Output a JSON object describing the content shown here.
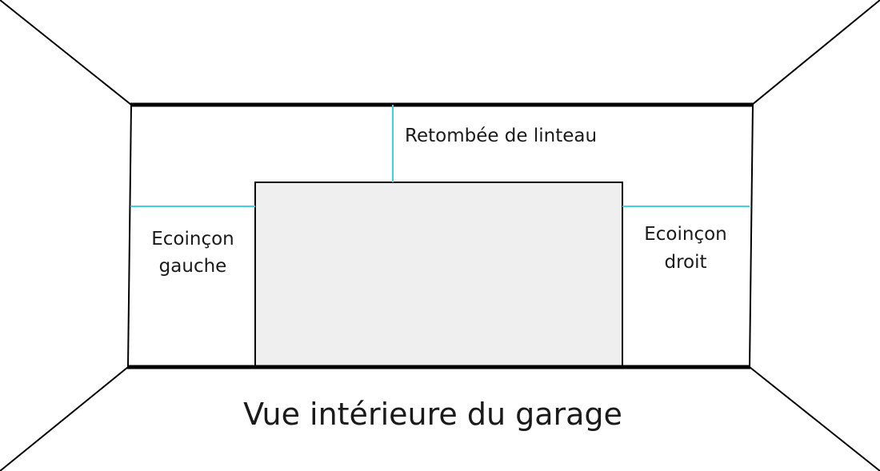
{
  "labels": {
    "linteau": "Retombée de linteau",
    "ecoincon_gauche_line1": "Ecoinçon",
    "ecoincon_gauche_line2": "gauche",
    "ecoincon_droit_line1": "Ecoinçon",
    "ecoincon_droit_line2": "droit",
    "title": "Vue intérieure du garage"
  },
  "colors": {
    "outline": "#000000",
    "measure": "#3fd2e3",
    "door_fill": "#efefef",
    "background": "#ffffff"
  }
}
